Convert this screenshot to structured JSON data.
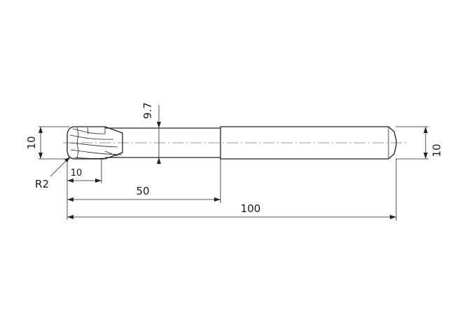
{
  "dimensions": {
    "head_diameter": "10",
    "neck_diameter": "9.7",
    "shank_diameter": "10",
    "corner_radius": "R2",
    "flute_length": "10",
    "neck_length": "50",
    "overall_length": "100"
  }
}
